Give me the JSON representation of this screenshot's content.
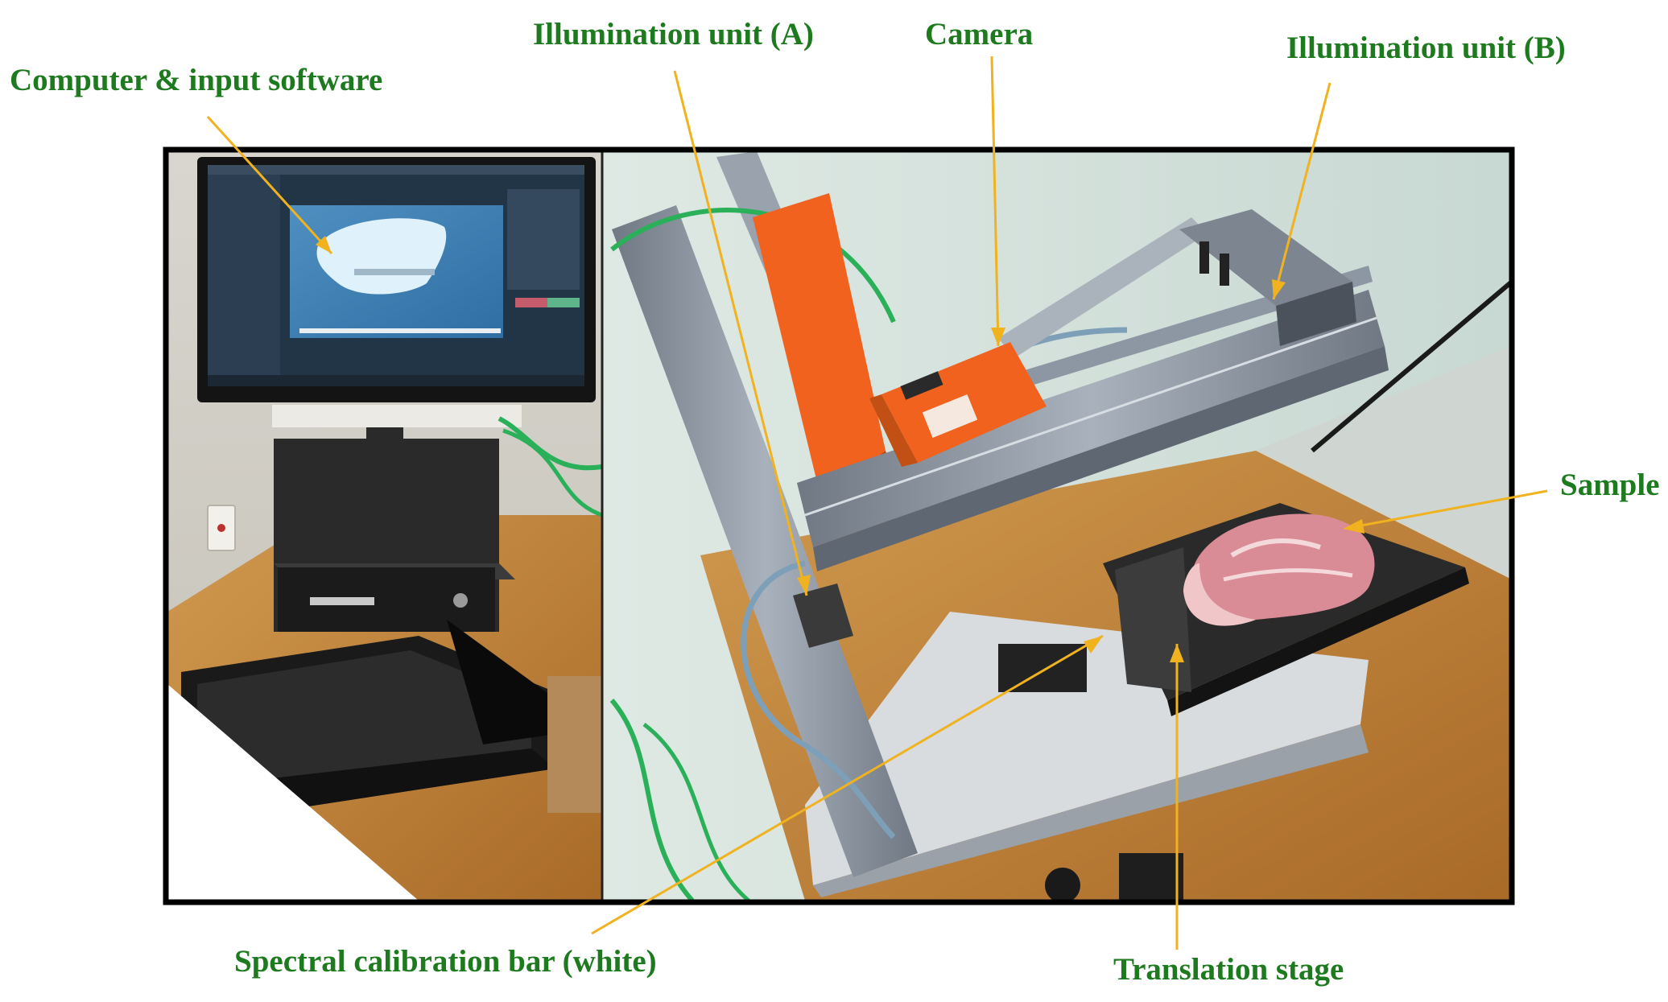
{
  "labels": {
    "computer": "Computer & input software",
    "illum_a": "Illumination unit (A)",
    "camera": "Camera",
    "illum_b": "Illumination unit (B)",
    "sample": "Sample",
    "calibration": "Spectral calibration bar (white)",
    "stage": "Translation stage"
  },
  "colors": {
    "label_text": "#1e7a1e",
    "callout_line": "#f0b21e",
    "frame": "#000000",
    "camera_body": "#f0621e",
    "rail": "#8d97a3",
    "table": "#c98a3c",
    "cable_green": "#2bb05a",
    "cable_blue": "#7e9fb8",
    "meat": "#d98b96"
  }
}
